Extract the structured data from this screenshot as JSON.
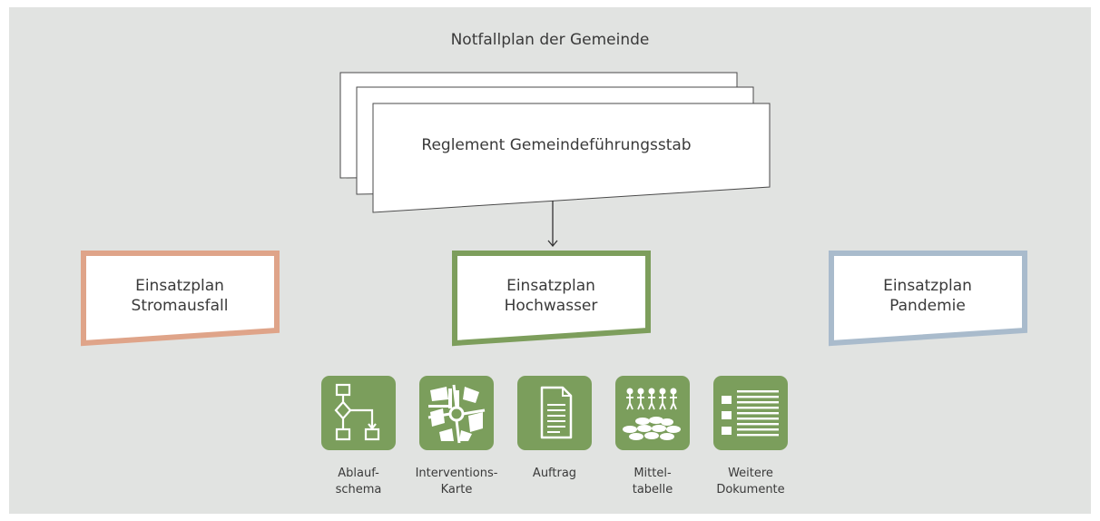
{
  "title": "Notfallplan der Gemeinde",
  "reglement": "Reglement Gemeindeführungsstab",
  "plans": [
    {
      "line1": "Einsatzplan",
      "line2": "Stromausfall",
      "color": "#dfa489"
    },
    {
      "line1": "Einsatzplan",
      "line2": "Hochwasser",
      "color": "#7d9e5c"
    },
    {
      "line1": "Einsatzplan",
      "line2": "Pandemie",
      "color": "#a9bbcc"
    }
  ],
  "documents": [
    {
      "icon": "flowchart-icon",
      "line1": "Ablauf-",
      "line2": "schema"
    },
    {
      "icon": "map-icon",
      "line1": "Interventions-",
      "line2": "Karte"
    },
    {
      "icon": "document-icon",
      "line1": "Auftrag",
      "line2": ""
    },
    {
      "icon": "sandbag-team-icon",
      "line1": "Mittel-",
      "line2": "tabelle"
    },
    {
      "icon": "list-icon",
      "line1": "Weitere",
      "line2": "Dokumente"
    }
  ],
  "tile_color": "#7b9e5c"
}
